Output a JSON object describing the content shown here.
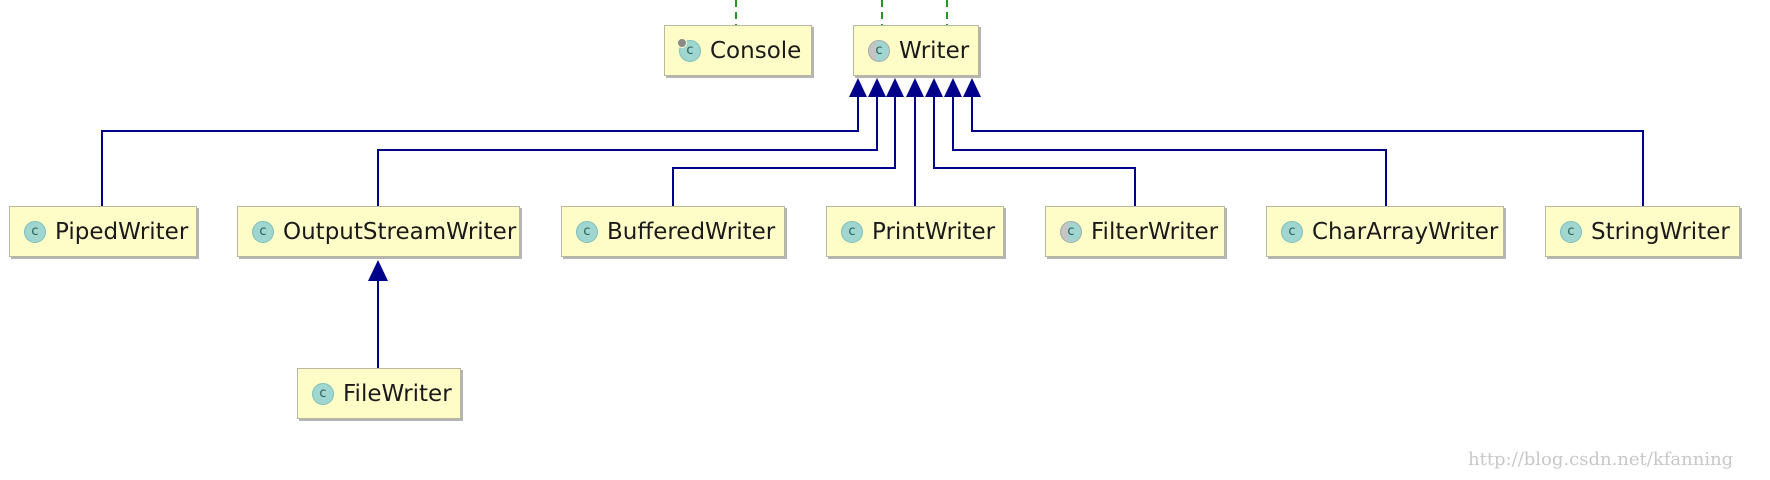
{
  "classes": {
    "console": {
      "name": "Console",
      "icon": "final-class-icon"
    },
    "writer": {
      "name": "Writer",
      "icon": "abstract-class-icon"
    },
    "piped": {
      "name": "PipedWriter",
      "icon": "class-icon"
    },
    "outputstream": {
      "name": "OutputStreamWriter",
      "icon": "class-icon"
    },
    "buffered": {
      "name": "BufferedWriter",
      "icon": "class-icon"
    },
    "print": {
      "name": "PrintWriter",
      "icon": "class-icon"
    },
    "filter": {
      "name": "FilterWriter",
      "icon": "abstract-class-icon"
    },
    "chararray": {
      "name": "CharArrayWriter",
      "icon": "class-icon"
    },
    "string": {
      "name": "StringWriter",
      "icon": "class-icon"
    },
    "file": {
      "name": "FileWriter",
      "icon": "class-icon"
    }
  },
  "icon_letter": "c",
  "relations": [
    {
      "from": "piped",
      "to": "writer",
      "type": "extends"
    },
    {
      "from": "outputstream",
      "to": "writer",
      "type": "extends"
    },
    {
      "from": "buffered",
      "to": "writer",
      "type": "extends"
    },
    {
      "from": "print",
      "to": "writer",
      "type": "extends"
    },
    {
      "from": "filter",
      "to": "writer",
      "type": "extends"
    },
    {
      "from": "chararray",
      "to": "writer",
      "type": "extends"
    },
    {
      "from": "string",
      "to": "writer",
      "type": "extends"
    },
    {
      "from": "file",
      "to": "outputstream",
      "type": "extends"
    }
  ],
  "colors": {
    "inheritance": "#00008b",
    "implements": "#229922",
    "node_fill": "#fefdc8"
  },
  "watermark": "http://blog.csdn.net/kfanning"
}
